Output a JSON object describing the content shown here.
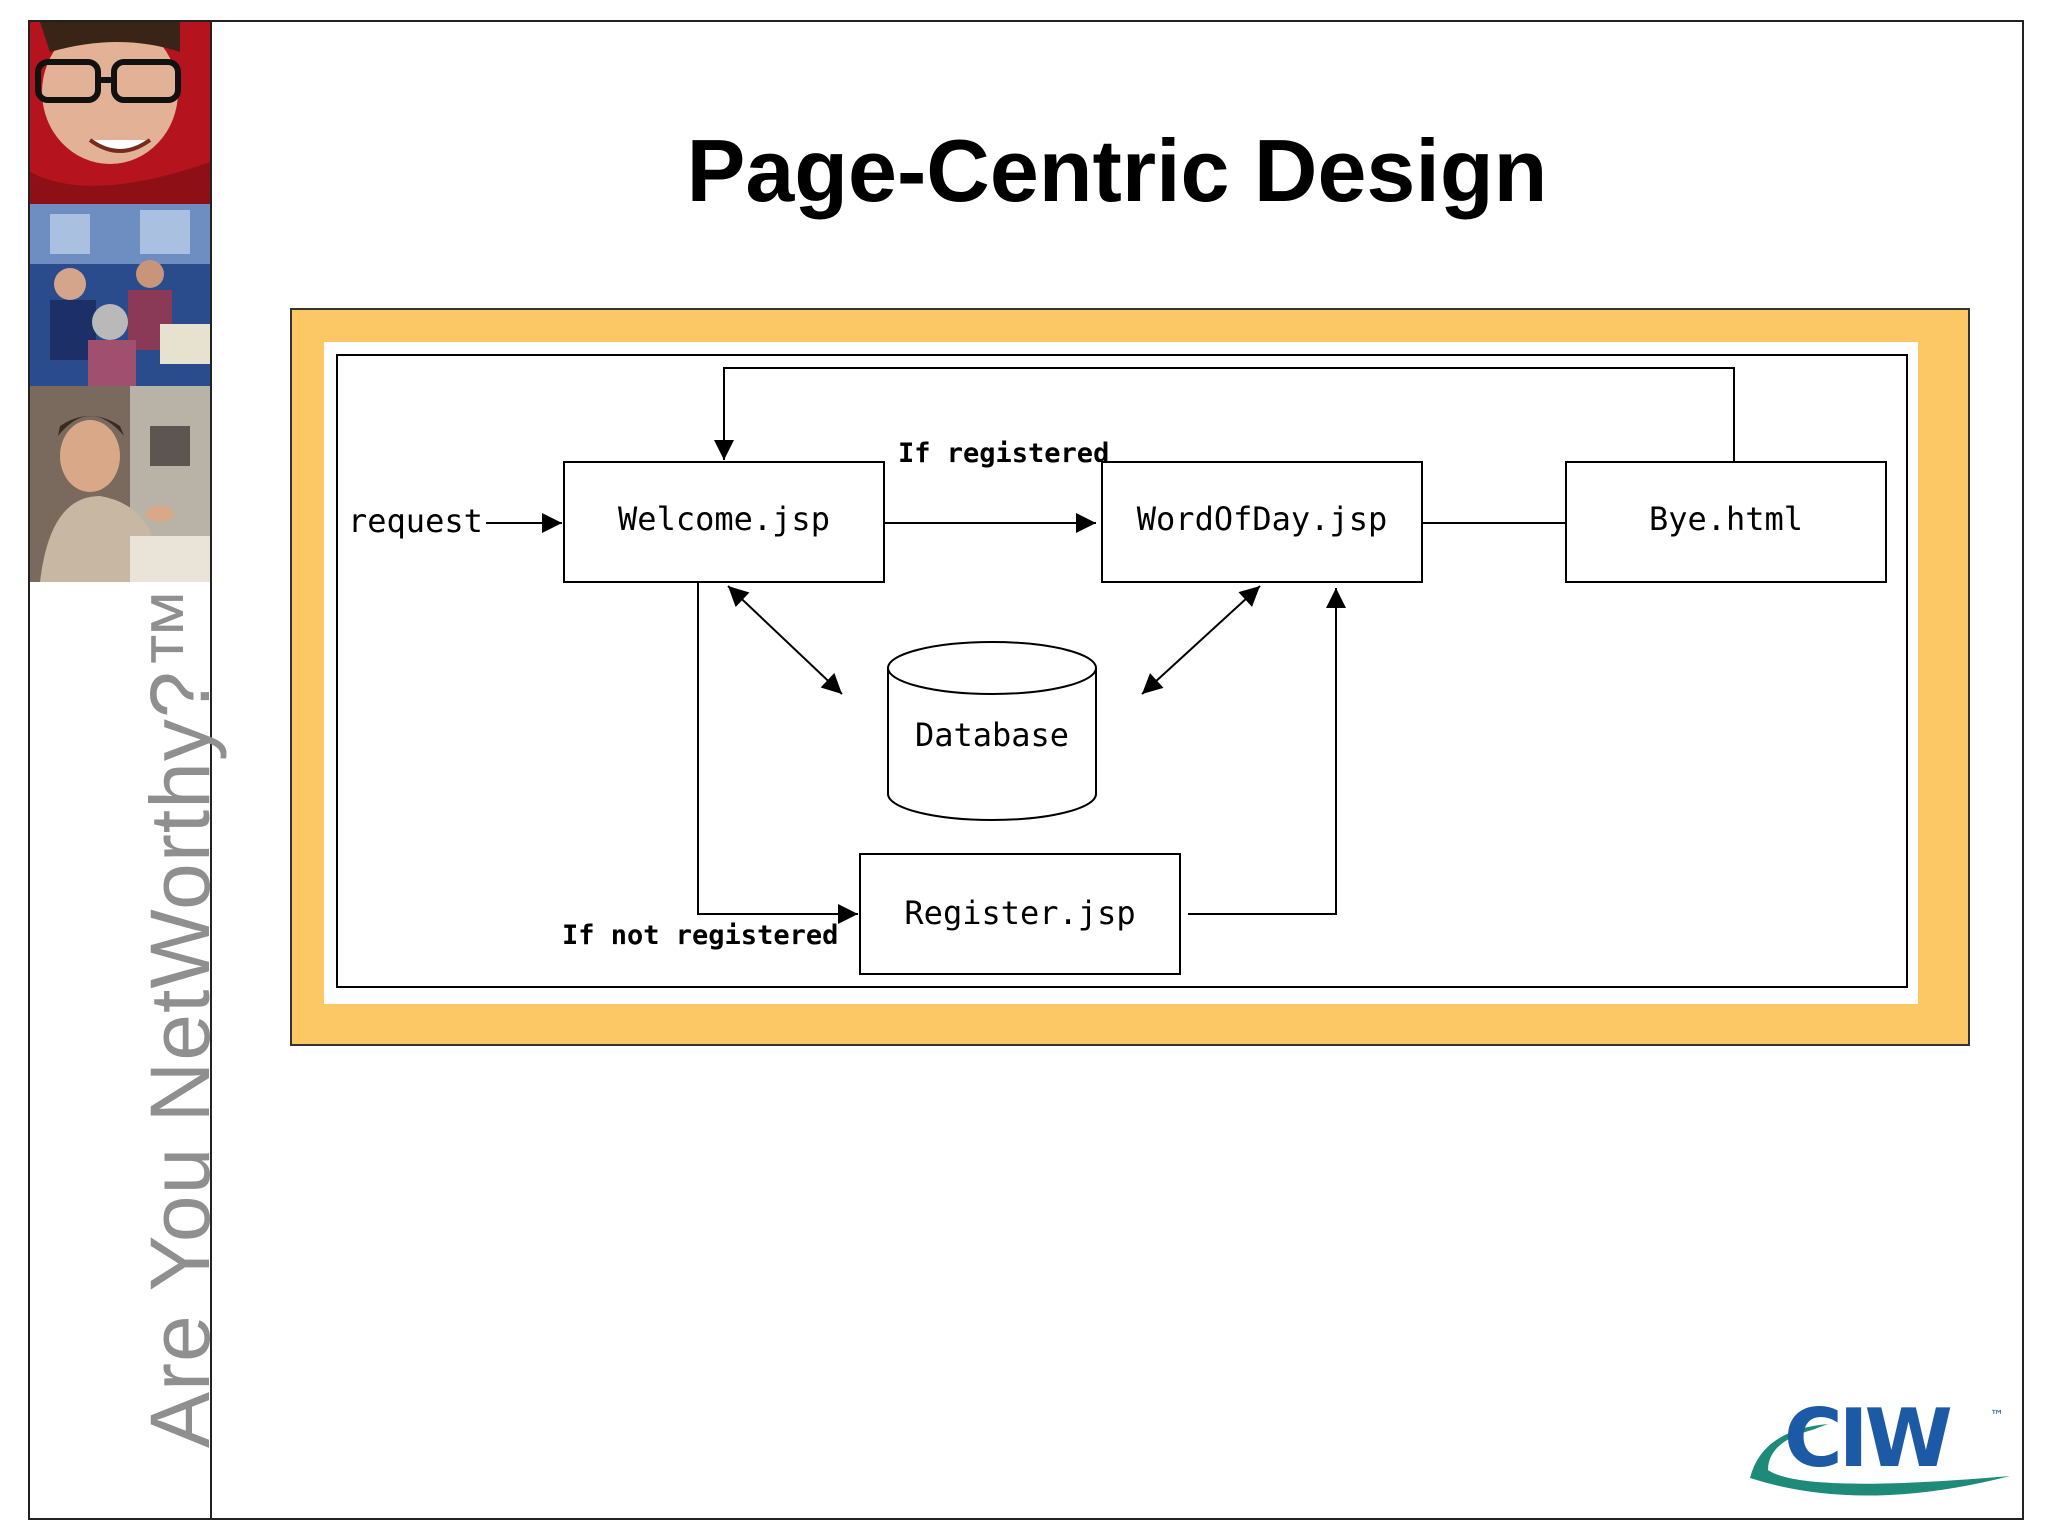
{
  "sidebar": {
    "tagline": "Are You NetWorthy?™",
    "photos": [
      "smiling-man-photo",
      "classroom-photo",
      "woman-at-desk-photo"
    ]
  },
  "title": "Page-Centric Design",
  "diagram": {
    "nodes": {
      "welcome": "Welcome.jsp",
      "wordofday": "WordOfDay.jsp",
      "bye": "Bye.html",
      "database": "Database",
      "register": "Register.jsp"
    },
    "labels": {
      "request": "request",
      "if_registered": "If registered",
      "if_not_registered": "If not registered"
    }
  },
  "logo": {
    "text": "CIW",
    "trademark": "™"
  },
  "colors": {
    "frame": "#fcc865",
    "logo_blue": "#1d5aa6",
    "logo_swoosh": "#1e8a78",
    "tagline": "#8f8f8f"
  }
}
